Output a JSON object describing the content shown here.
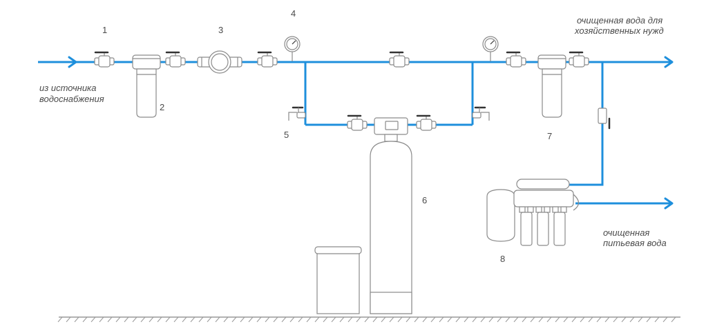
{
  "colors": {
    "pipe": "#1e8fdc",
    "outline": "#8a8a8a",
    "handle": "#333333",
    "text": "#4a4a4a",
    "ground": "#999999"
  },
  "labels": {
    "n1": "1",
    "n2": "2",
    "n3": "3",
    "n4": "4",
    "n5": "5",
    "n6": "6",
    "n7": "7",
    "n8": "8"
  },
  "captions": {
    "source_line1": "из источника",
    "source_line2": "водоснабжения",
    "household_line1": "очищенная вода для",
    "household_line2": "хозяйственных нужд",
    "drinking_line1": "очищенная",
    "drinking_line2": "питьевая вода"
  }
}
